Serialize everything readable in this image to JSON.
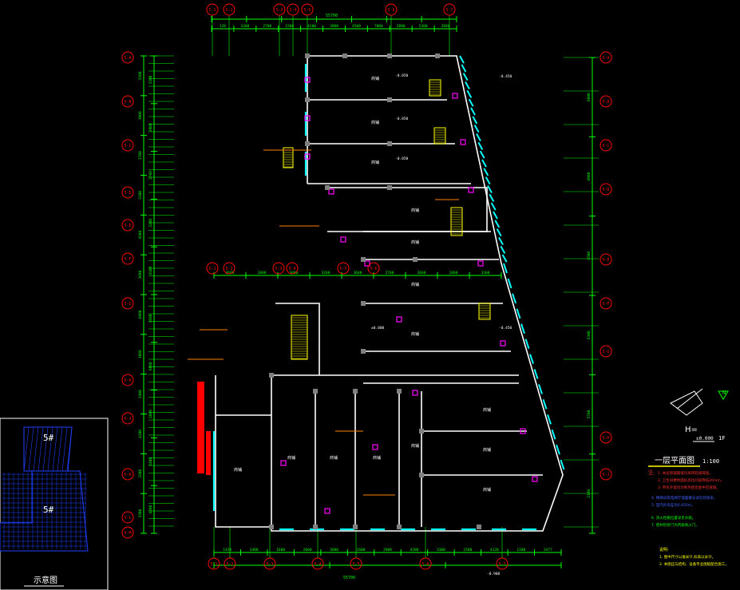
{
  "drawing": {
    "title": "一层平面图",
    "scale": "1:100",
    "elevation_label": "H=",
    "elevation_value": "±0.000",
    "floor_code": "1F",
    "key_plan_title": "示意图",
    "building_marks": [
      "5#",
      "5#"
    ],
    "overall_top_dim": "55700",
    "overall_bottom_dim": "55700",
    "top_dims": [
      "120",
      "3300",
      "2700",
      "1500",
      "4200",
      "3900",
      "4500",
      "7800",
      "2800",
      "5300",
      "3600"
    ],
    "bottom_dims": [
      "1420",
      "3400",
      "1600",
      "2000",
      "3600",
      "2600",
      "2900",
      "4200",
      "3300",
      "1500",
      "4120",
      "1100",
      "1477"
    ],
    "mid_dims": [
      "3600",
      "1800",
      "3000",
      "3200",
      "3600",
      "2700",
      "3600",
      "1800",
      "3300"
    ],
    "left_dims": [
      "1500",
      "3900",
      "2700",
      "3300",
      "4500",
      "3600",
      "6000",
      "1800",
      "2400",
      "4200",
      "3300",
      "1500"
    ],
    "right_dims": [
      "6000",
      "6000",
      "4500",
      "6300",
      "5700",
      "2100"
    ],
    "top_axes": [
      "5-1",
      "5-2",
      "5-3",
      "5-4",
      "5-5",
      "5-6",
      "5-7"
    ],
    "left_axes": [
      "5-A",
      "5-B",
      "5-C",
      "5-D",
      "5-E",
      "5-F",
      "5-G",
      "5-H",
      "5-J",
      "5-K",
      "5-L",
      "5-M"
    ],
    "right_axes": [
      "5-A",
      "5-B",
      "5-C",
      "5-D",
      "5-E",
      "5-F",
      "5-G",
      "5-H",
      "5-J"
    ],
    "room_label": "商铺",
    "level_labels": [
      "-0.050",
      "±0.000",
      "-0.450",
      "-0.900"
    ],
    "north_label": "N",
    "notes_heading": "注:",
    "notes_red": [
      "1. 本层商铺隔墙均采用轻质隔墙。",
      "2. 卫生间楼地面标高比同层降低20mm。",
      "3. 所有外窗均为断热铝合金中空玻璃。"
    ],
    "notes_blue": [
      "4. 楼梯间及电梯厅墙面做法详见装修表。",
      "5. 室内外高差为0.450m。"
    ],
    "notes_green": [
      "6. 消火栓箱位置详见水施。",
      "7. 管井检修门为丙级防火门。"
    ],
    "notes_bottom": [
      "说明:",
      "1. 图中尺寸以毫米计,标高以米计。",
      "2. 本图应与结构、设备专业图纸配合施工。"
    ]
  },
  "colors": {
    "background": "#000000",
    "dimension": "#00ff00",
    "wall": "#ffffff",
    "window": "#00ffff",
    "door": "#ff00ff",
    "column": "#808080",
    "annotation": "#ffff00",
    "axis_bubble": "#ff0000",
    "note_orange": "#ff7f00",
    "fire": "#ff0000",
    "stair": "#ffff00",
    "hatch": "#2040ff"
  }
}
